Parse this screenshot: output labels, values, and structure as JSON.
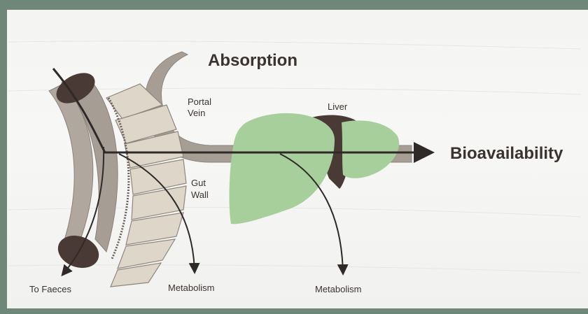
{
  "diagram": {
    "title_absorption": "Absorption",
    "label_bioavailability": "Bioavailability",
    "label_portal_vein_line1": "Portal",
    "label_portal_vein_line2": "Vein",
    "label_liver": "Liver",
    "label_gut_wall_line1": "Gut",
    "label_gut_wall_line2": "Wall",
    "label_to_faeces": "To Faeces",
    "label_metabolism_gut": "Metabolism",
    "label_metabolism_liver": "Metabolism"
  },
  "colors": {
    "frame": "#6e8779",
    "intestine": "#a69d95",
    "intestine_dark": "#4a3a35",
    "villi": "#ddd6c9",
    "liver": "#a6cf9c",
    "liver_shadow": "#4a3a35",
    "arrow": "#2f2a28",
    "text": "#3a3330"
  }
}
